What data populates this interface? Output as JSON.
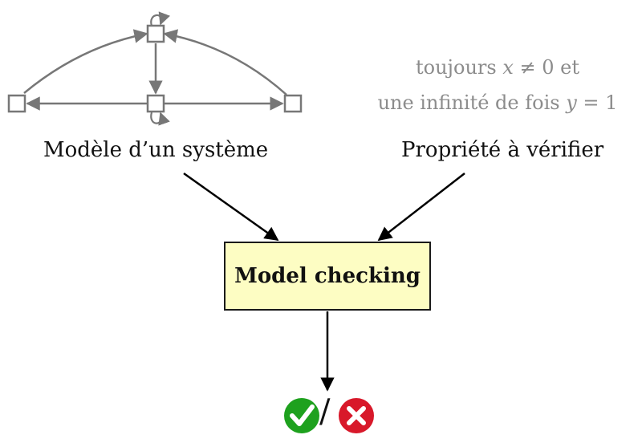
{
  "model": {
    "label": "Modèle d’un système",
    "states": [
      "state-top",
      "state-left",
      "state-middle",
      "state-right"
    ]
  },
  "property": {
    "line1_prefix": "toujours ",
    "line1_var": "x",
    "line1_rest": " ≠ 0 et",
    "line2_prefix": "une infinité de fois ",
    "line2_var": "y",
    "line2_rest": " = 1",
    "label": "Propriété à vérifier"
  },
  "checker": {
    "title": "Model checking"
  },
  "result": {
    "slash": "/",
    "success_color": "#1ea11e",
    "failure_color": "#d8182a"
  },
  "colors": {
    "state_stroke": "#777777",
    "arrow": "#000000",
    "box_fill": "#fdfdc3"
  }
}
